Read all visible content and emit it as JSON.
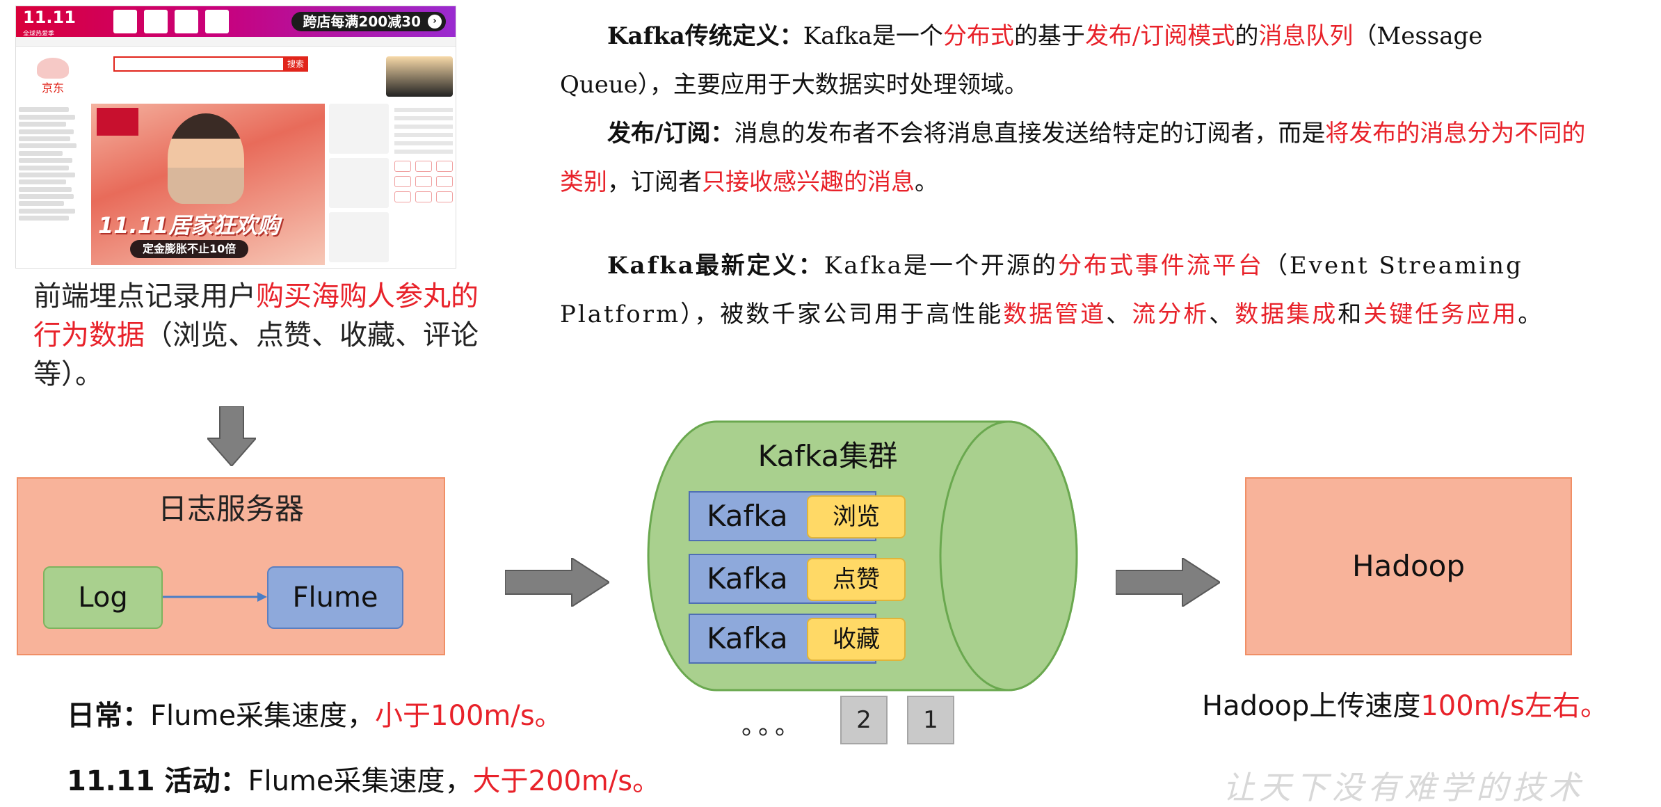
{
  "screenshot": {
    "logo": "11.11",
    "logo_sub": "全球热爱季",
    "promo": "跨店每满200减30",
    "brand": "京东",
    "search_button": "搜索",
    "banner_title": "11.11居家狂欢购",
    "banner_sub": "定金膨胀不止10倍"
  },
  "caption": {
    "part1": "前端埋点记录用户",
    "part2": "购买海购人参丸的行为数据",
    "part3": "（浏览、点赞、收藏、评论等）。"
  },
  "definitions": {
    "traditional": {
      "heading": "Kafka传统定义：",
      "t1": "Kafka是一个",
      "r1": "分布式",
      "t2": "的基于",
      "r2": "发布/订阅模式",
      "t3": "的",
      "r3": "消息队列",
      "t4": "（Message Queue），主要应用于大数据实时处理领域。"
    },
    "pubsub": {
      "heading": "发布/订阅：",
      "t1": "消息的发布者不会将消息直接发送给特定的订阅者，而是",
      "r1": "将发布的消息分为不同的类别",
      "t2": "，订阅者",
      "r2": "只接收感兴趣的消息",
      "t3": "。"
    },
    "latest": {
      "heading": "Kafka最新定义：",
      "t1": "Kafka是一个开源的",
      "r1": "分布式事件流平台",
      "t2": "（Event Streaming Platform），被数千家公司用于高性能",
      "r2": "数据管道",
      "t3": "、",
      "r3": "流分析",
      "t4": "、",
      "r4": "数据集成",
      "t5": "和",
      "r5": "关键任务应用",
      "t6": "。"
    }
  },
  "log_server": {
    "title": "日志服务器",
    "log": "Log",
    "flume": "Flume"
  },
  "kafka_cluster": {
    "title": "Kafka集群",
    "rows": [
      {
        "label": "Kafka",
        "topic": "浏览"
      },
      {
        "label": "Kafka",
        "topic": "点赞"
      },
      {
        "label": "Kafka",
        "topic": "收藏"
      }
    ],
    "dots": "。。。",
    "partitions": [
      "2",
      "1"
    ]
  },
  "hadoop": {
    "label": "Hadoop"
  },
  "notes": {
    "daily": {
      "bold": "日常：",
      "text": "Flume采集速度，",
      "red": "小于100m/s。"
    },
    "event": {
      "bold": "11.11 活动：",
      "text": "Flume采集速度，",
      "red": "大于200m/s。"
    },
    "hadoop": {
      "text": "Hadoop上传速度",
      "red": "100m/s左右。"
    }
  },
  "watermark": "让天下没有难学的技术",
  "colors": {
    "red": "#e8222a",
    "orange_box": "#f8b39a",
    "green": "#a9d08e",
    "blue": "#8ea9db",
    "yellow": "#ffd966",
    "gray": "#c9c9c9"
  }
}
